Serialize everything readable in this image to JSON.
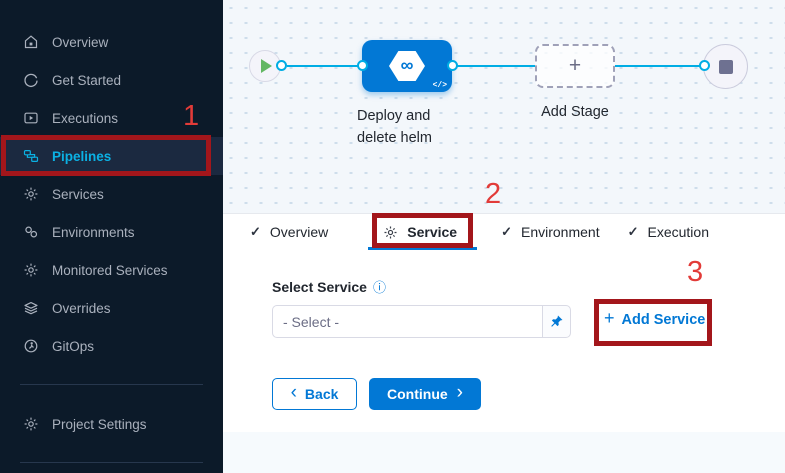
{
  "sidebar": {
    "items": [
      {
        "label": "Overview"
      },
      {
        "label": "Get Started"
      },
      {
        "label": "Executions"
      },
      {
        "label": "Pipelines"
      },
      {
        "label": "Services"
      },
      {
        "label": "Environments"
      },
      {
        "label": "Monitored Services"
      },
      {
        "label": "Overrides"
      },
      {
        "label": "GitOps"
      }
    ],
    "project_settings_label": "Project Settings"
  },
  "pipeline": {
    "stage_name": "Deploy and delete helm",
    "stage_name_line1": "Deploy and",
    "stage_name_line2": "delete helm",
    "stage_icon_symbol": "∞",
    "stage_code_badge": "</>",
    "add_stage_plus": "+",
    "add_stage_label": "Add Stage"
  },
  "tabs": {
    "check_icon": "✓",
    "items": [
      {
        "label": "Overview"
      },
      {
        "label": "Service"
      },
      {
        "label": "Environment"
      },
      {
        "label": "Execution"
      }
    ]
  },
  "form": {
    "select_service_label": "Select Service",
    "info_icon": "ⓘ",
    "select_placeholder": "- Select -",
    "add_service_plus": "+",
    "add_service_label": "Add Service",
    "back_chevron": "‹",
    "back_label": "Back",
    "continue_label": "Continue",
    "continue_chevron": "›"
  },
  "annotations": {
    "step1": "1",
    "step2": "2",
    "step3": "3"
  },
  "colors": {
    "primary_blue": "#0278d5",
    "connector_cyan": "#00ade4",
    "sidebar_active_cyan": "#0bb1e4",
    "success_green": "#63b763",
    "annotation_red": "#e23b38",
    "annotation_box_red": "#a3161b"
  }
}
